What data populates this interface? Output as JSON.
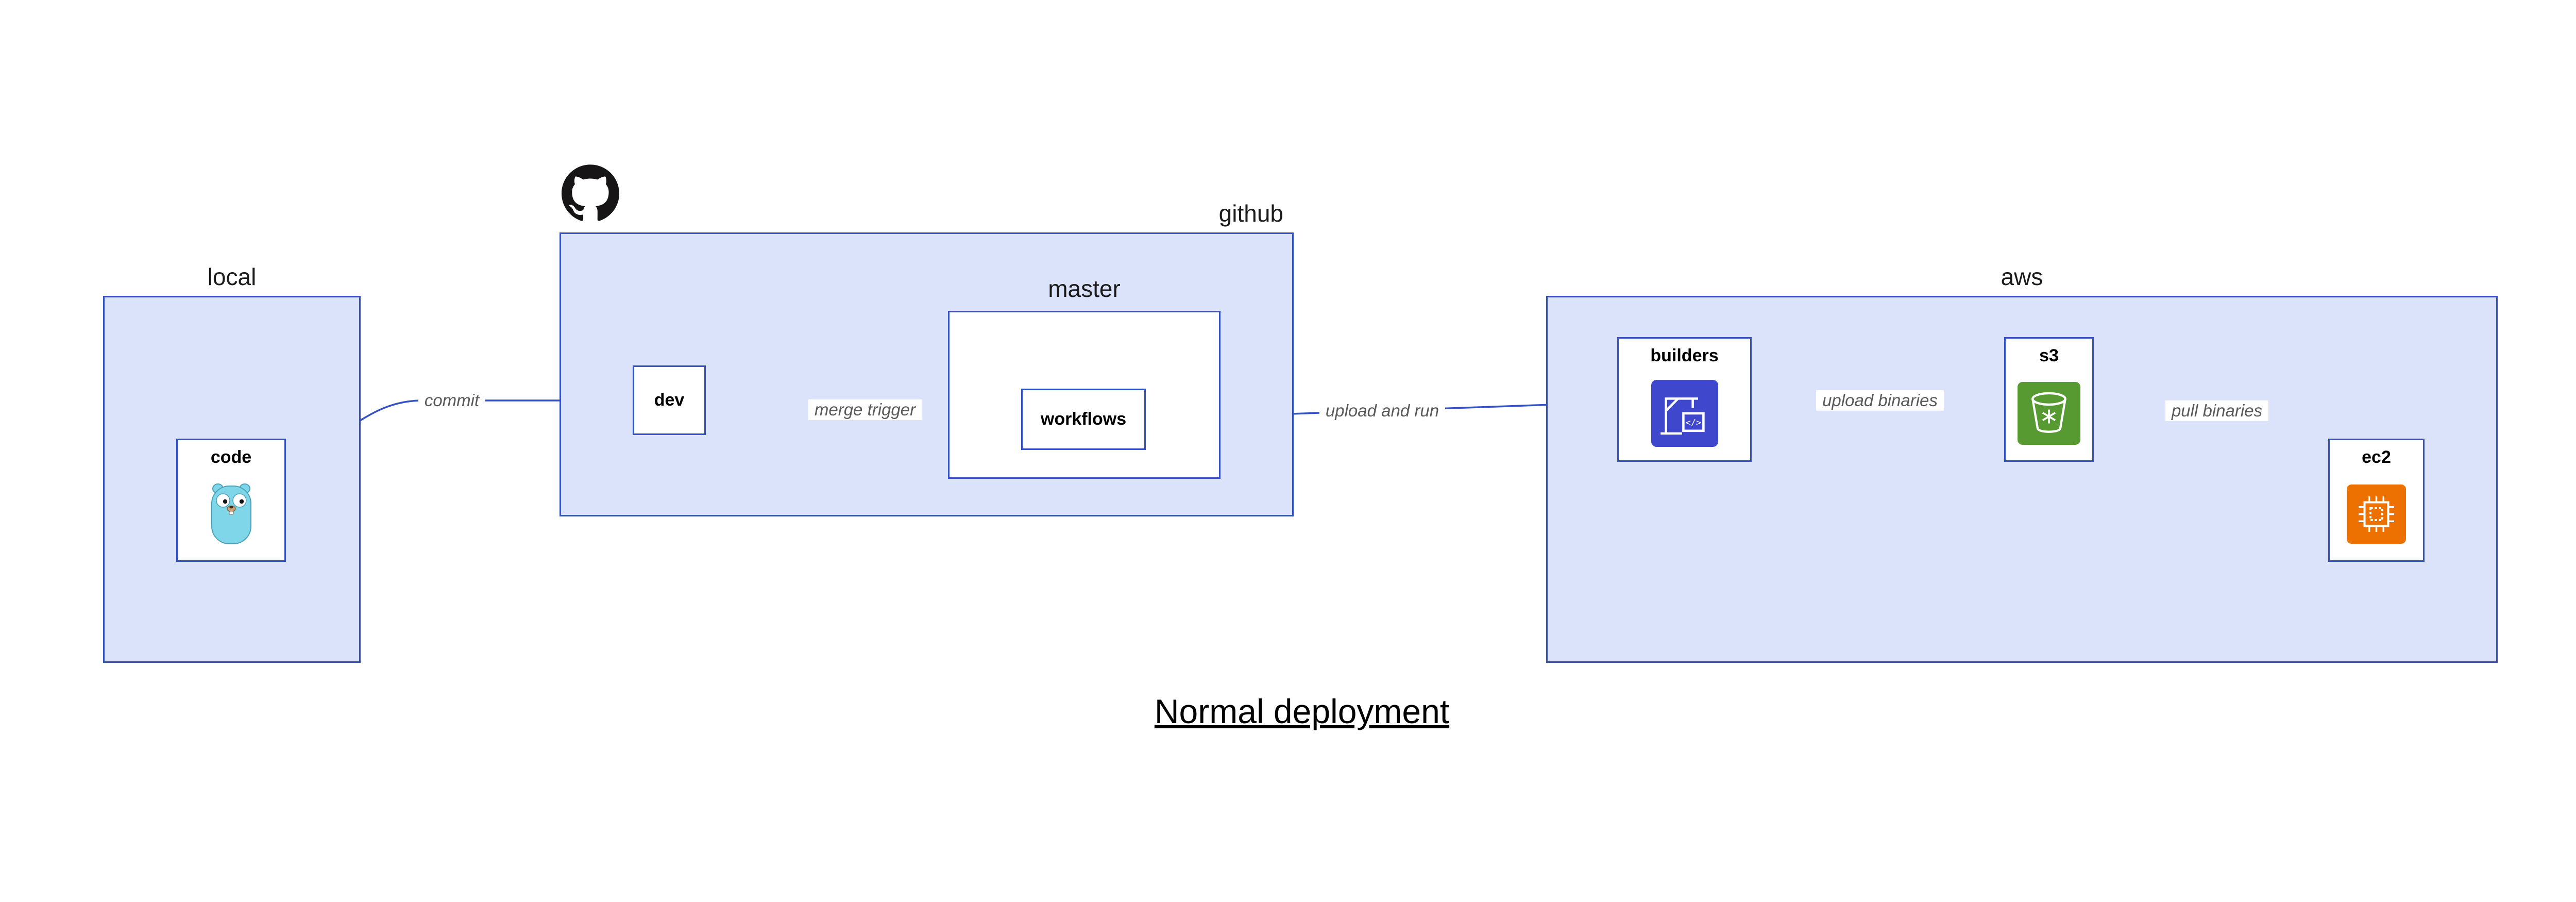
{
  "title": {
    "text": "Normal deployment"
  },
  "groups": {
    "local": {
      "label": "local"
    },
    "github": {
      "label": "github"
    },
    "master": {
      "label": "master"
    },
    "aws": {
      "label": "aws"
    }
  },
  "nodes": {
    "code": {
      "label": "code"
    },
    "dev": {
      "label": "dev"
    },
    "workflows": {
      "label": "workflows"
    },
    "builders": {
      "label": "builders"
    },
    "s3": {
      "label": "s3"
    },
    "ec2": {
      "label": "ec2"
    }
  },
  "edges": [
    {
      "from": "code",
      "to": "dev",
      "label": "commit"
    },
    {
      "from": "dev",
      "to": "workflows",
      "label": "merge trigger"
    },
    {
      "from": "workflows",
      "to": "builders",
      "label": "upload and run"
    },
    {
      "from": "builders",
      "to": "s3",
      "label": "upload binaries"
    },
    {
      "from": "s3",
      "to": "ec2",
      "label": "pull binaries"
    }
  ],
  "icons": {
    "github_logo": "github-octocat",
    "code": "go-gopher",
    "builders": "aws-codebuild",
    "s3": "aws-s3-bucket",
    "ec2": "aws-ec2-chip"
  },
  "colors": {
    "group_fill": "#dbe3fa",
    "stroke": "#3552c4",
    "edge_label": "#595959",
    "gopher": "#7ed6e8",
    "codebuild": "#3f48cc",
    "s3": "#569a31",
    "ec2": "#ed7100",
    "github": "#171516"
  }
}
